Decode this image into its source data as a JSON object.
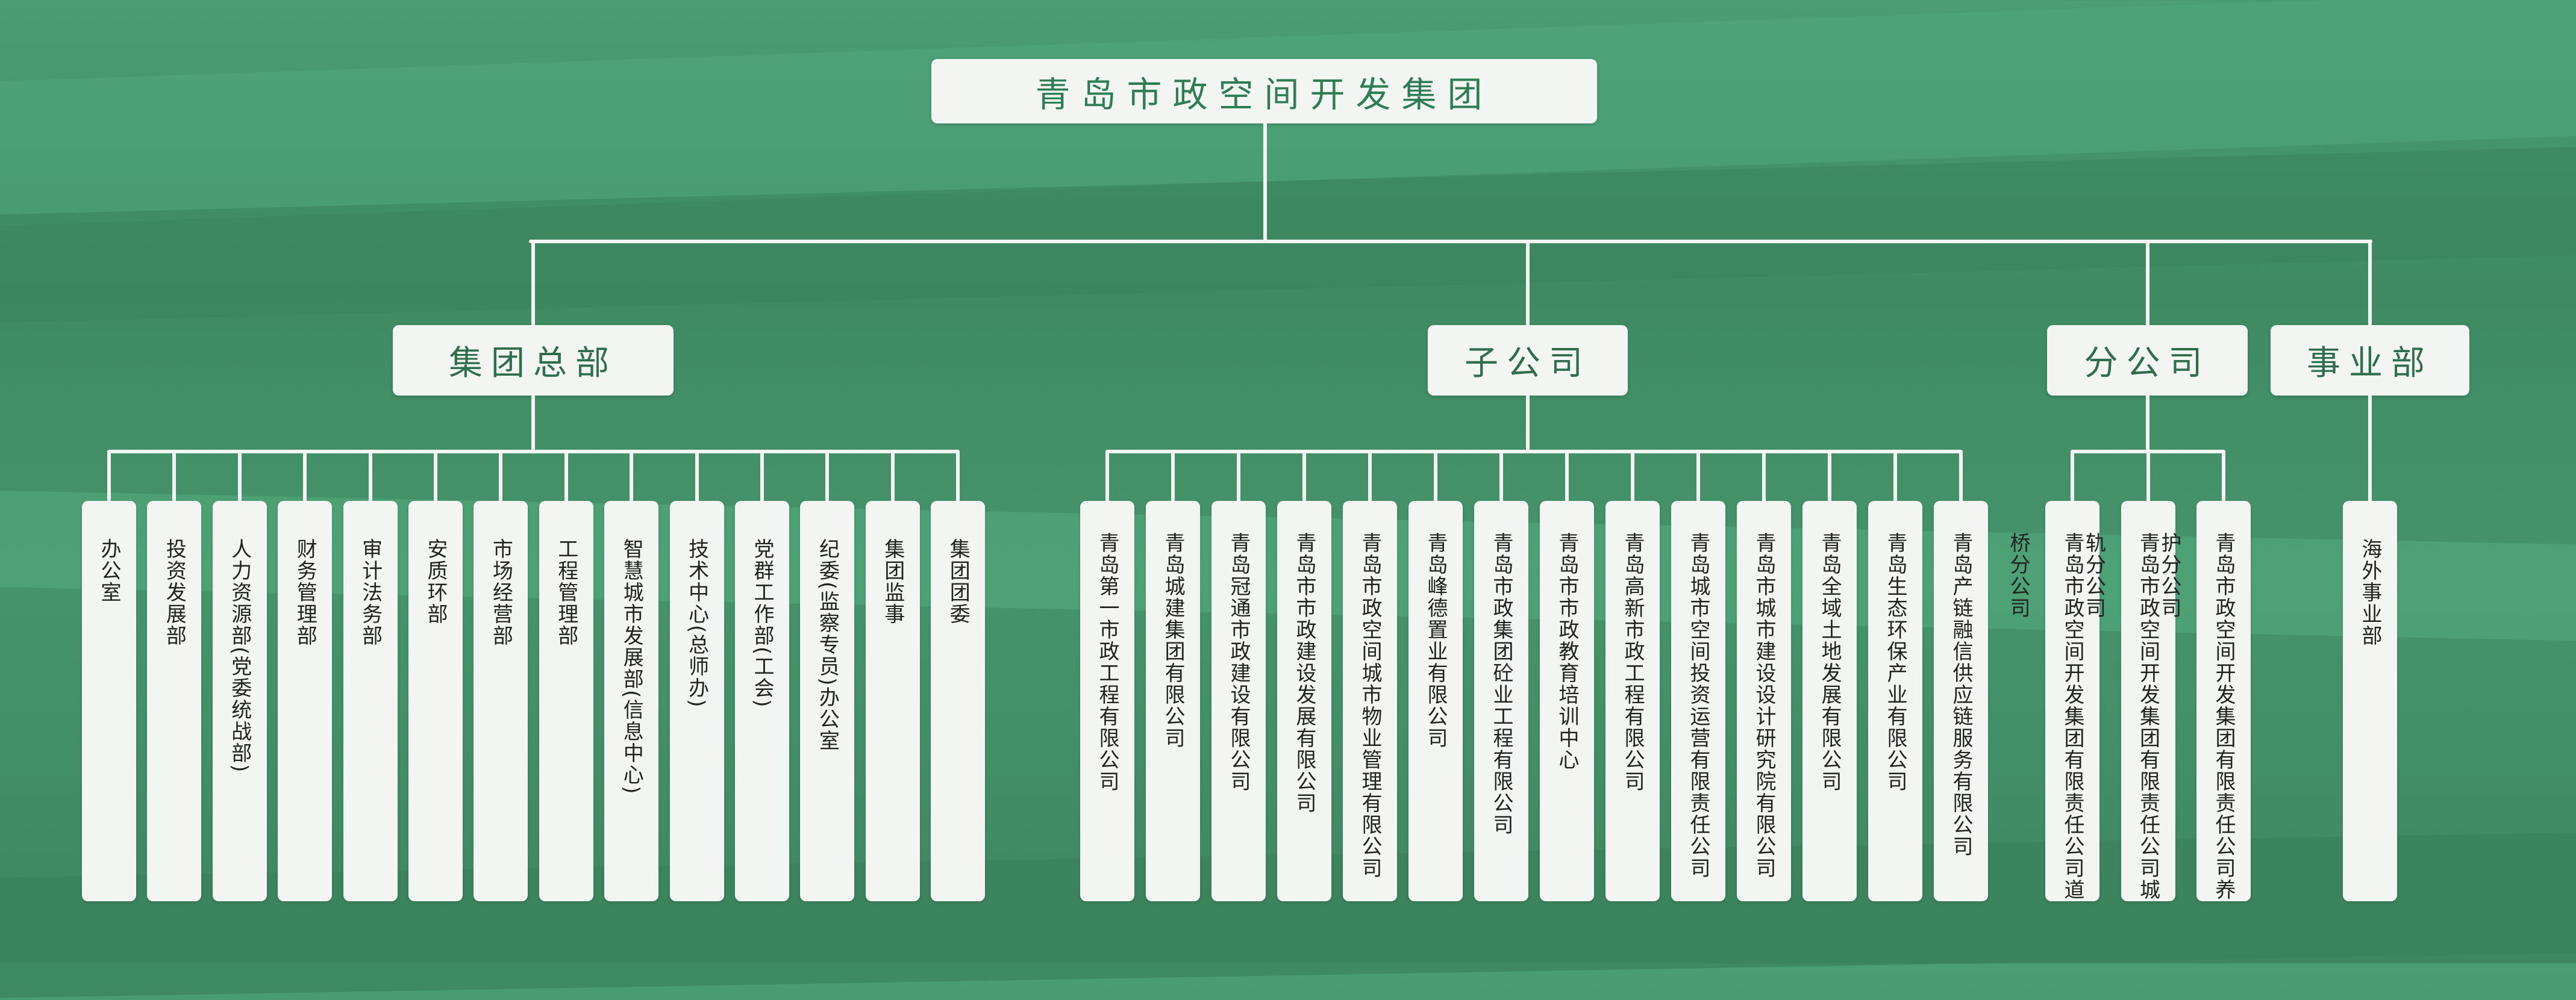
{
  "root": {
    "label": "青岛市政空间开发集团"
  },
  "groups": [
    {
      "label": "集团总部",
      "items": [
        "办公室",
        "投资发展部",
        "人力资源部(党委统战部)",
        "财务管理部",
        "审计法务部",
        "安质环部",
        "市场经营部",
        "工程管理部",
        "智慧城市发展部(信息中心)",
        "技术中心(总师办)",
        "党群工作部(工会)",
        "纪委(监察专员)办公室",
        "集团监事",
        "集团团委"
      ]
    },
    {
      "label": "子公司",
      "items": [
        "青岛第一市政工程有限公司",
        "青岛城建集团有限公司",
        "青岛冠通市政建设有限公司",
        "青岛市市政建设发展有限公司",
        "青岛市政空间城市物业管理有限公司",
        "青岛峰德置业有限公司",
        "青岛市政集团砼业工程有限公司",
        "青岛市市政教育培训中心",
        "青岛高新市政工程有限公司",
        "青岛城市空间投资运营有限责任公司",
        "青岛市城市建设设计研究院有限公司",
        "青岛全域土地发展有限公司",
        "青岛生态环保产业有限公司",
        "青岛产链融信供应链服务有限公司"
      ]
    },
    {
      "label": "分公司",
      "items": [
        "青岛市政空间开发集团有限责任公司道桥分公司",
        "青岛市政空间开发集团有限责任公司城轨分公司",
        "青岛市政空间开发集团有限责任公司养护分公司"
      ]
    },
    {
      "label": "事业部",
      "items": [
        "海外事业部"
      ]
    }
  ],
  "colors": {
    "background": "#3f8a63",
    "node": "#f3f5f3",
    "title": "#2f7d55"
  }
}
